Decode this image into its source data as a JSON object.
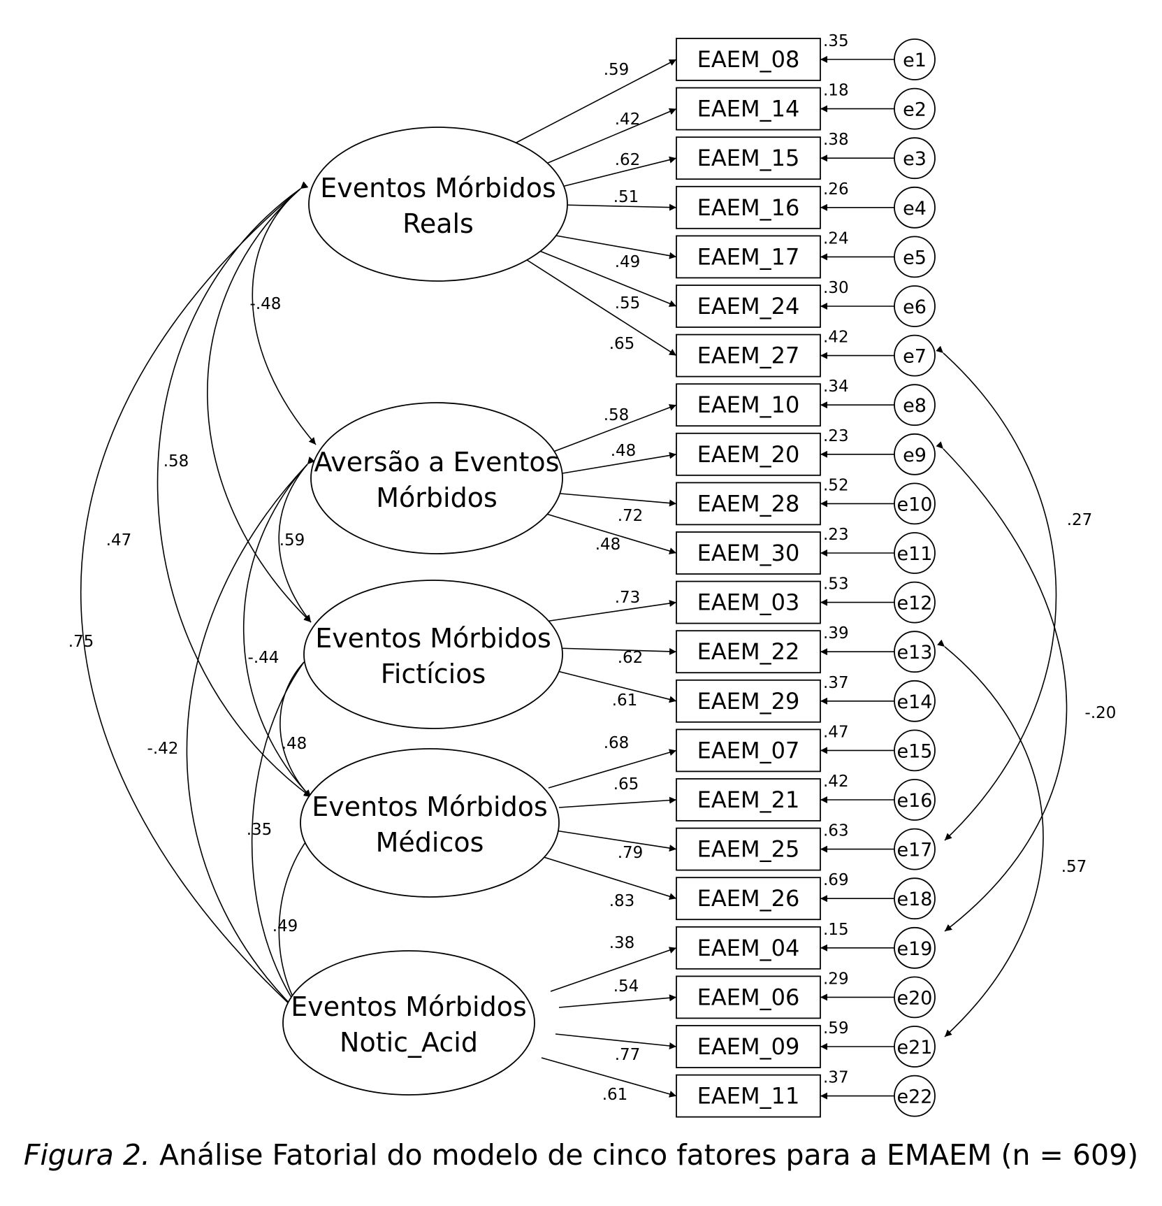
{
  "caption": {
    "figure_label": "Figura 2.",
    "text": "Análise Fatorial do modelo de cinco fatores para a EMAEM (n = 609)"
  },
  "factors": [
    {
      "id": "F1",
      "line1": "Eventos Mórbidos",
      "line2": "Reals"
    },
    {
      "id": "F2",
      "line1": "Aversão a Eventos",
      "line2": "Mórbidos"
    },
    {
      "id": "F3",
      "line1": "Eventos Mórbidos",
      "line2": "Fictícios"
    },
    {
      "id": "F4",
      "line1": "Eventos Mórbidos",
      "line2": "Médicos"
    },
    {
      "id": "F5",
      "line1": "Eventos Mórbidos",
      "line2": "Notic_Acid"
    }
  ],
  "indicators": [
    {
      "label": "EAEM_08",
      "factor": "F1",
      "loading": ".59",
      "r2": ".35",
      "error": "e1"
    },
    {
      "label": "EAEM_14",
      "factor": "F1",
      "loading": ".42",
      "r2": ".18",
      "error": "e2"
    },
    {
      "label": "EAEM_15",
      "factor": "F1",
      "loading": ".62",
      "r2": ".38",
      "error": "e3"
    },
    {
      "label": "EAEM_16",
      "factor": "F1",
      "loading": ".51",
      "r2": ".26",
      "error": "e4"
    },
    {
      "label": "EAEM_17",
      "factor": "F1",
      "loading": ".49",
      "r2": ".24",
      "error": "e5"
    },
    {
      "label": "EAEM_24",
      "factor": "F1",
      "loading": ".55",
      "r2": ".30",
      "error": "e6"
    },
    {
      "label": "EAEM_27",
      "factor": "F1",
      "loading": ".65",
      "r2": ".42",
      "error": "e7"
    },
    {
      "label": "EAEM_10",
      "factor": "F2",
      "loading": ".58",
      "r2": ".34",
      "error": "e8"
    },
    {
      "label": "EAEM_20",
      "factor": "F2",
      "loading": ".48",
      "r2": ".23",
      "error": "e9"
    },
    {
      "label": "EAEM_28",
      "factor": "F2",
      "loading": ".72",
      "r2": ".52",
      "error": "e10"
    },
    {
      "label": "EAEM_30",
      "factor": "F2",
      "loading": ".48",
      "r2": ".23",
      "error": "e11"
    },
    {
      "label": "EAEM_03",
      "factor": "F3",
      "loading": ".73",
      "r2": ".53",
      "error": "e12"
    },
    {
      "label": "EAEM_22",
      "factor": "F3",
      "loading": ".62",
      "r2": ".39",
      "error": "e13"
    },
    {
      "label": "EAEM_29",
      "factor": "F3",
      "loading": ".61",
      "r2": ".37",
      "error": "e14"
    },
    {
      "label": "EAEM_07",
      "factor": "F4",
      "loading": ".68",
      "r2": ".47",
      "error": "e15"
    },
    {
      "label": "EAEM_21",
      "factor": "F4",
      "loading": ".65",
      "r2": ".42",
      "error": "e16"
    },
    {
      "label": "EAEM_25",
      "factor": "F4",
      "loading": ".79",
      "r2": ".63",
      "error": "e17"
    },
    {
      "label": "EAEM_26",
      "factor": "F4",
      "loading": ".83",
      "r2": ".69",
      "error": "e18"
    },
    {
      "label": "EAEM_04",
      "factor": "F5",
      "loading": ".38",
      "r2": ".15",
      "error": "e19"
    },
    {
      "label": "EAEM_06",
      "factor": "F5",
      "loading": ".54",
      "r2": ".29",
      "error": "e20"
    },
    {
      "label": "EAEM_09",
      "factor": "F5",
      "loading": ".77",
      "r2": ".59",
      "error": "e21"
    },
    {
      "label": "EAEM_11",
      "factor": "F5",
      "loading": ".61",
      "r2": ".37",
      "error": "e22"
    }
  ],
  "factor_correlations": [
    {
      "from": "F1",
      "to": "F2",
      "value": "-.48"
    },
    {
      "from": "F1",
      "to": "F3",
      "value": ".58"
    },
    {
      "from": "F1",
      "to": "F4",
      "value": ".47"
    },
    {
      "from": "F1",
      "to": "F5",
      "value": ".75"
    },
    {
      "from": "F2",
      "to": "F3",
      "value": ".59"
    },
    {
      "from": "F2",
      "to": "F4",
      "value": "-.44"
    },
    {
      "from": "F2",
      "to": "F5",
      "value": "-.42"
    },
    {
      "from": "F3",
      "to": "F4",
      "value": ".48"
    },
    {
      "from": "F3",
      "to": "F5",
      "value": ".35"
    },
    {
      "from": "F4",
      "to": "F5",
      "value": ".49"
    }
  ],
  "error_covariances": [
    {
      "from": "e7",
      "to": "e17",
      "value": ".27"
    },
    {
      "from": "e9",
      "to": "e19",
      "value": "-.20"
    },
    {
      "from": "e13",
      "to": "e21",
      "value": ".57"
    }
  ]
}
